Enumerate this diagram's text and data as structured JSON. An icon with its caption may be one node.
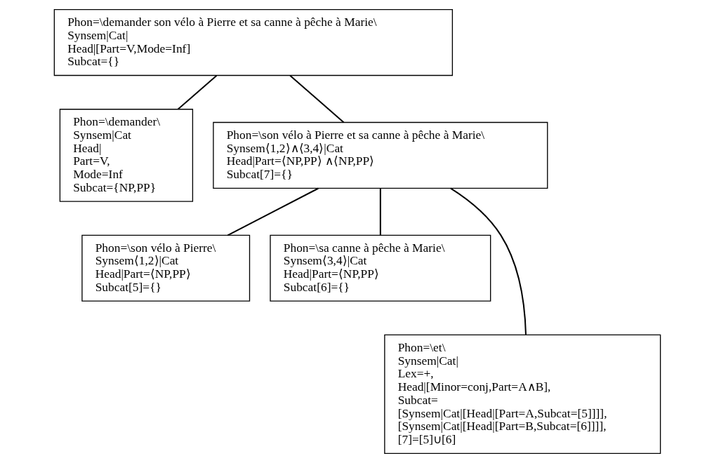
{
  "diagram": {
    "nodes": [
      {
        "text": [
          "Phon=\\demander son vélo à Pierre et sa canne à pêche à Marie\\",
          "Synsem|Cat|",
          "Head|[Part=V,Mode=Inf]",
          "Subcat={}"
        ]
      },
      {
        "text": [
          "Phon=\\demander\\",
          "Synsem|Cat",
          "Head|",
          "Part=V,",
          "Mode=Inf",
          "Subcat={NP,PP}"
        ]
      },
      {
        "text": [
          "Phon=\\son vélo à Pierre et sa canne à pêche à Marie\\",
          "Synsem⟨1,2⟩∧⟨3,4⟩|Cat",
          "Head|Part=⟨NP,PP⟩ ∧⟨NP,PP⟩",
          "Subcat[7]={}"
        ]
      },
      {
        "text": [
          "Phon=\\son vélo à Pierre\\",
          "Synsem⟨1,2⟩|Cat",
          "Head|Part=⟨NP,PP⟩",
          "Subcat[5]={}"
        ]
      },
      {
        "text": [
          "Phon=\\sa canne à pêche à Marie\\",
          "Synsem⟨3,4⟩|Cat",
          "Head|Part=⟨NP,PP⟩",
          "Subcat[6]={}"
        ]
      },
      {
        "text": [
          "Phon=\\et\\",
          "Synsem|Cat|",
          "Lex=+,",
          "Head|[Minor=conj,Part=A∧B],",
          "Subcat=",
          "[Synsem|Cat|[Head|[Part=A,Subcat=[5]]]],",
          "[Synsem|Cat|[Head|[Part=B,Subcat=[6]]]],",
          "[7]=[5]∪[6]"
        ]
      }
    ],
    "edges": [
      {
        "from": 0,
        "to": 1,
        "arrow": "none"
      },
      {
        "from": 0,
        "to": 2,
        "arrow": "none"
      },
      {
        "from": 2,
        "to": 3,
        "arrow": "none"
      },
      {
        "from": 2,
        "to": 5,
        "arrow": "none"
      },
      {
        "from": 2,
        "to": 4,
        "arrow": "none"
      }
    ]
  }
}
